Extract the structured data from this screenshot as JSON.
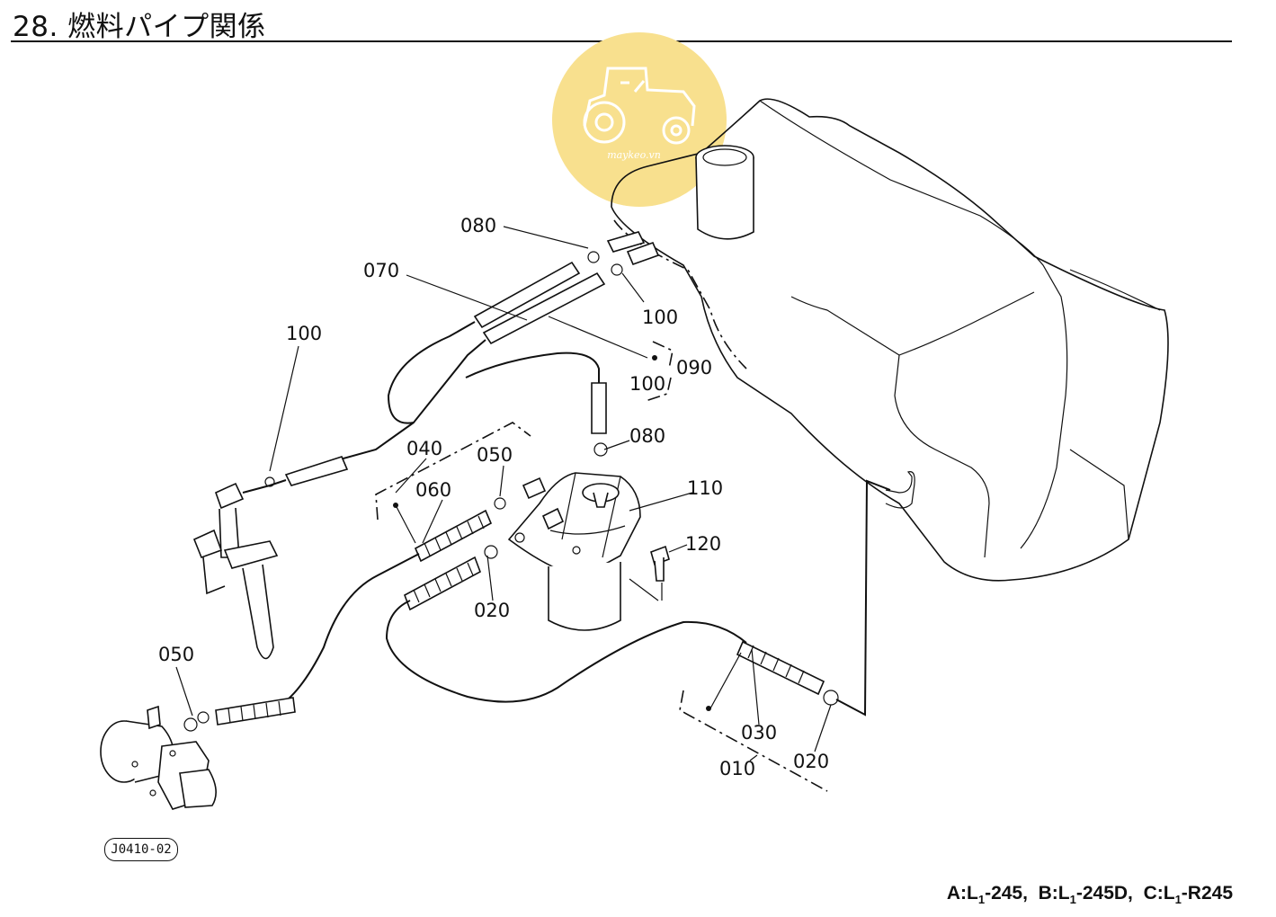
{
  "title": "28. 燃料パイプ関係",
  "drawing_code": "J0410-02",
  "watermark": {
    "text": "maykeo.vn",
    "color": "#f8e08e"
  },
  "model_line": {
    "a_prefix": "A:L",
    "a_sub": "1",
    "a_suffix": "-245,",
    "b_prefix": "B:L",
    "b_sub": "1",
    "b_suffix": "-245D,",
    "c_prefix": "C:L",
    "c_sub": "1",
    "c_suffix": "-R245"
  },
  "parts": {
    "p080_top": "080",
    "p070": "070",
    "p100_top_right": "100",
    "p100_left": "100",
    "p100_mid": "100",
    "p090": "090",
    "p040": "040",
    "p050_mid": "050",
    "p080_mid": "080",
    "p060": "060",
    "p110": "110",
    "p120": "120",
    "p020_mid": "020",
    "p050_left": "050",
    "p030": "030",
    "p010": "010",
    "p020_right": "020"
  }
}
